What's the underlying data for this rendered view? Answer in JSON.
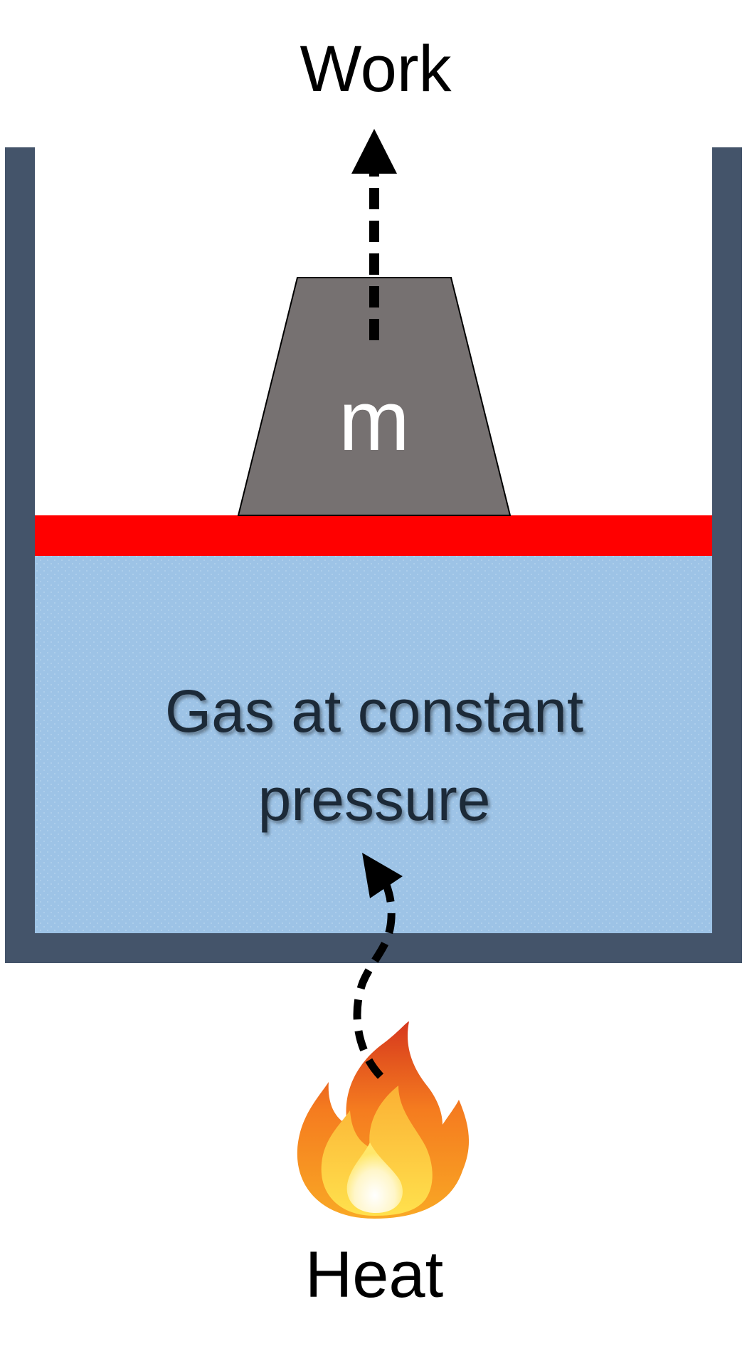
{
  "labels": {
    "work": "Work",
    "mass": "m",
    "gas_line1": "Gas at constant",
    "gas_line2": "pressure",
    "heat": "Heat"
  },
  "icons": {
    "work_arrow": "dashed-up-arrow-icon",
    "heat_arrow": "dashed-curved-arrow-icon",
    "flame": "flame-icon"
  },
  "colors": {
    "container": "#44546a",
    "piston": "#ff0000",
    "gas": "#9dc3e6",
    "mass": "#767171",
    "arrow": "#000000",
    "gas_text": "#1f2a38"
  }
}
